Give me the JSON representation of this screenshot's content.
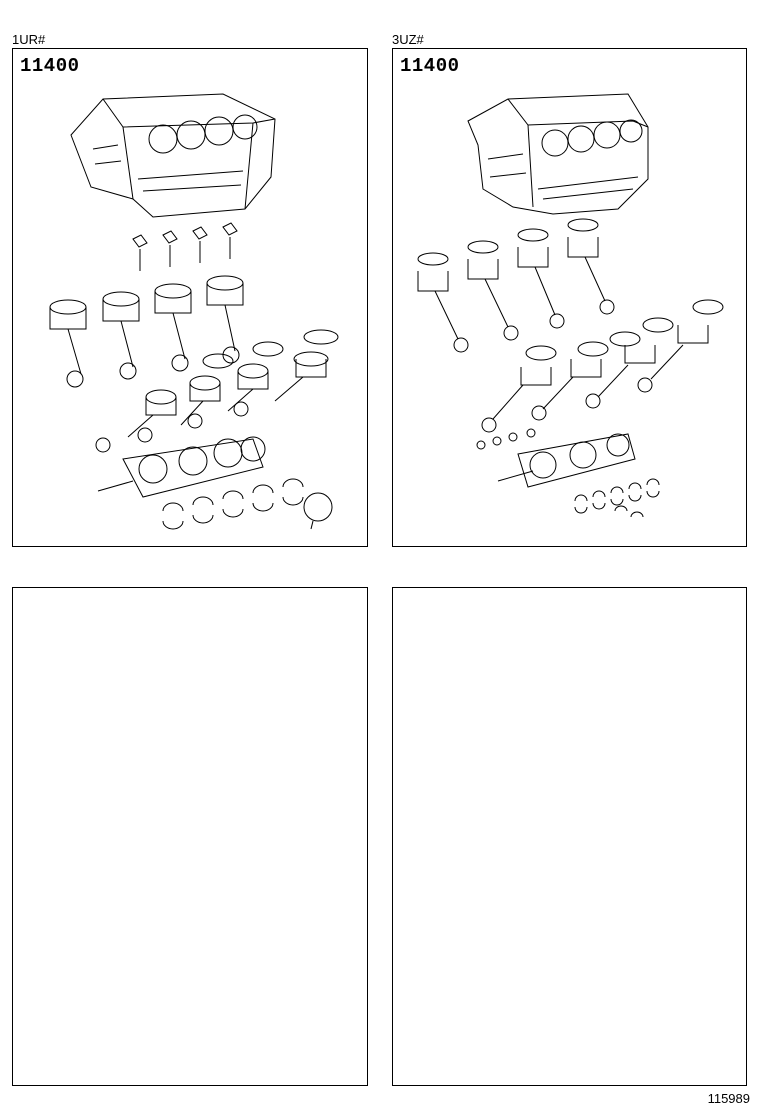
{
  "panels": [
    {
      "engine_label": "1UR#",
      "part_code": "11400",
      "illustration": "v8-short-block-exploded-1ur"
    },
    {
      "engine_label": "3UZ#",
      "part_code": "11400",
      "illustration": "v8-short-block-exploded-3uz"
    },
    {
      "engine_label": "",
      "part_code": ""
    },
    {
      "engine_label": "",
      "part_code": ""
    }
  ],
  "footer": {
    "illustration_number": "115989"
  }
}
